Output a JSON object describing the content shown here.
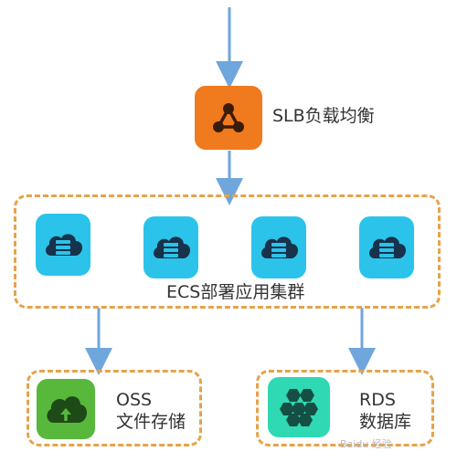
{
  "slb": {
    "label": "SLB负载均衡",
    "icon": "network-nodes-icon",
    "color": "#f07a1e"
  },
  "ecs": {
    "label": "ECS部署应用集群",
    "servers": [
      {
        "icon": "cloud-server-icon"
      },
      {
        "icon": "cloud-server-icon"
      },
      {
        "icon": "cloud-server-icon"
      },
      {
        "icon": "cloud-server-icon"
      }
    ],
    "color": "#2cc3ea"
  },
  "oss": {
    "line1": "OSS",
    "line2": "文件存储",
    "icon": "cloud-upload-icon",
    "color": "#57b83c"
  },
  "rds": {
    "line1": "RDS",
    "line2": "数据库",
    "icon": "hexagon-cluster-icon",
    "color": "#2fd9b3"
  },
  "colors": {
    "arrow": "#6fa6dc",
    "dashed_border": "#e6a34a"
  }
}
